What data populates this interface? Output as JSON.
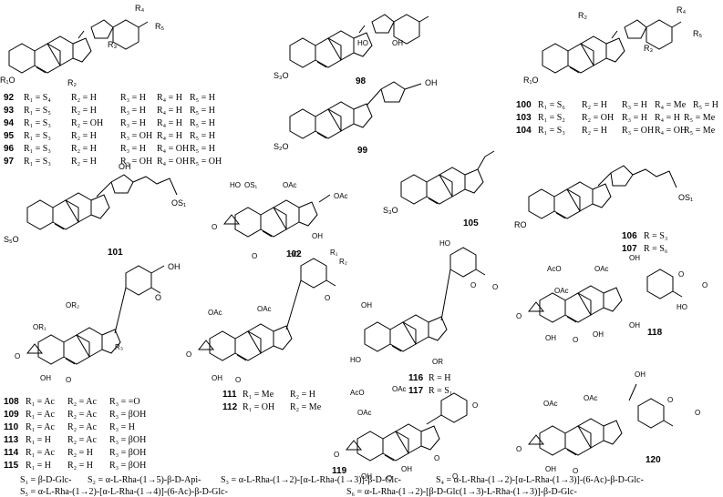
{
  "compounds": {
    "c92": {
      "num": "92",
      "row": [
        "R₁ = S₄",
        "R₂ = H",
        "R₃ = H",
        "R₄ = H",
        "R₅ = H"
      ]
    },
    "c93": {
      "num": "93",
      "row": [
        "R₁ = S₅",
        "R₂ = H",
        "R₃ = H",
        "R₄ = H",
        "R₅ = H"
      ]
    },
    "c94": {
      "num": "94",
      "row": [
        "R₁ = S₃",
        "R₂ = OH",
        "R₃ = H",
        "R₄ = H",
        "R₅ = H"
      ]
    },
    "c95": {
      "num": "95",
      "row": [
        "R₁ = S₃",
        "R₂ = H",
        "R₃ = OH",
        "R₄ = H",
        "R₅ = H"
      ]
    },
    "c96": {
      "num": "96",
      "row": [
        "R₁ = S₃",
        "R₂ = H",
        "R₃ = H",
        "R₄ = OH",
        "R₅ = H"
      ]
    },
    "c97": {
      "num": "97",
      "row": [
        "R₁ = S₃",
        "R₂ = H",
        "R₃ = OH",
        "R₄ = OH",
        "R₅ = OH"
      ]
    },
    "c98": {
      "num": "98"
    },
    "c99": {
      "num": "99"
    },
    "c100": {
      "num": "100",
      "row": [
        "R₁ = S₆",
        "R₂ = H",
        "R₃ = H",
        "R₄ = Me",
        "R₅ = H"
      ]
    },
    "c103": {
      "num": "103",
      "row": [
        "R₁ = S₂",
        "R₂ = OH",
        "R₃ = H",
        "R₄ = H",
        "R₅ = Me"
      ]
    },
    "c104": {
      "num": "104",
      "row": [
        "R₁ = S₃",
        "R₂ = H",
        "R₃ = OH",
        "R₄ = OH",
        "R₅ = Me"
      ]
    },
    "c101": {
      "num": "101"
    },
    "c102": {
      "num": "102"
    },
    "c105": {
      "num": "105"
    },
    "c106": {
      "num": "106",
      "row": [
        "R = S₃"
      ]
    },
    "c107": {
      "num": "107",
      "row": [
        "R = S₆"
      ]
    },
    "c108": {
      "num": "108",
      "row": [
        "R₁ = Ac",
        "R₂ = Ac",
        "R₃ = =O"
      ]
    },
    "c109": {
      "num": "109",
      "row": [
        "R₁ = Ac",
        "R₂ = Ac",
        "R₃ = βOH"
      ]
    },
    "c110": {
      "num": "110",
      "row": [
        "R₁ = Ac",
        "R₂ = Ac",
        "R₃ = H"
      ]
    },
    "c113": {
      "num": "113",
      "row": [
        "R₁ = H",
        "R₂ = Ac",
        "R₃ = βOH"
      ]
    },
    "c114": {
      "num": "114",
      "row": [
        "R₁ = Ac",
        "R₂ = H",
        "R₃ = βOH"
      ]
    },
    "c115": {
      "num": "115",
      "row": [
        "R₁ = H",
        "R₂ = H",
        "R₃ = βOH"
      ]
    },
    "c111": {
      "num": "111",
      "row": [
        "R₁ = Me",
        "R₂ = H"
      ]
    },
    "c112": {
      "num": "112",
      "row": [
        "R₁ = OH",
        "R₂ = Me"
      ]
    },
    "c116": {
      "num": "116",
      "row": [
        "R = H"
      ]
    },
    "c117": {
      "num": "117",
      "row": [
        "R = S₁"
      ]
    },
    "c118": {
      "num": "118"
    },
    "c119": {
      "num": "119"
    },
    "c120": {
      "num": "120"
    }
  },
  "atoms": {
    "R1O": "R₁O",
    "R2": "R₂",
    "R3": "R₃",
    "R4": "R₄",
    "R5": "R₅",
    "R1": "R₁",
    "S3O": "S₃O",
    "S2O": "S₂O",
    "S5O": "S₅O",
    "RO": "RO",
    "OS1": "OS₁",
    "OH": "OH",
    "HO": "HO",
    "OAc": "OAc",
    "AcO": "AcO",
    "OR1": "OR₁",
    "OR2": "OR₂",
    "OR": "OR",
    "O": "O",
    "H": "H",
    "OSO1": "OS₁",
    "HO11": "HO"
  },
  "legend": {
    "S1": "S₁ = β-D-Glc-",
    "S2": "S₂ = α-L-Rha-(1→5)-β-D-Api-",
    "S3": "S₃ = α-L-Rha-(1→2)-[α-L-Rha-(1→3)]-β-D-Glc-",
    "S4": "S₄ = α-L-Rha-(1→2)-[α-L-Rha-(1→3)]-(6-Ac)-β-D-Glc-",
    "S5": "S₅ = α-L-Rha-(1→2)-[α-L-Rha-(1→4)]-(6-Ac)-β-D-Glc-",
    "S6": "S₆ = α-L-Rha-(1→2)-[β-D-Glc(1→3)-L-Rha-(1→3)]-β-D-Glc-"
  }
}
